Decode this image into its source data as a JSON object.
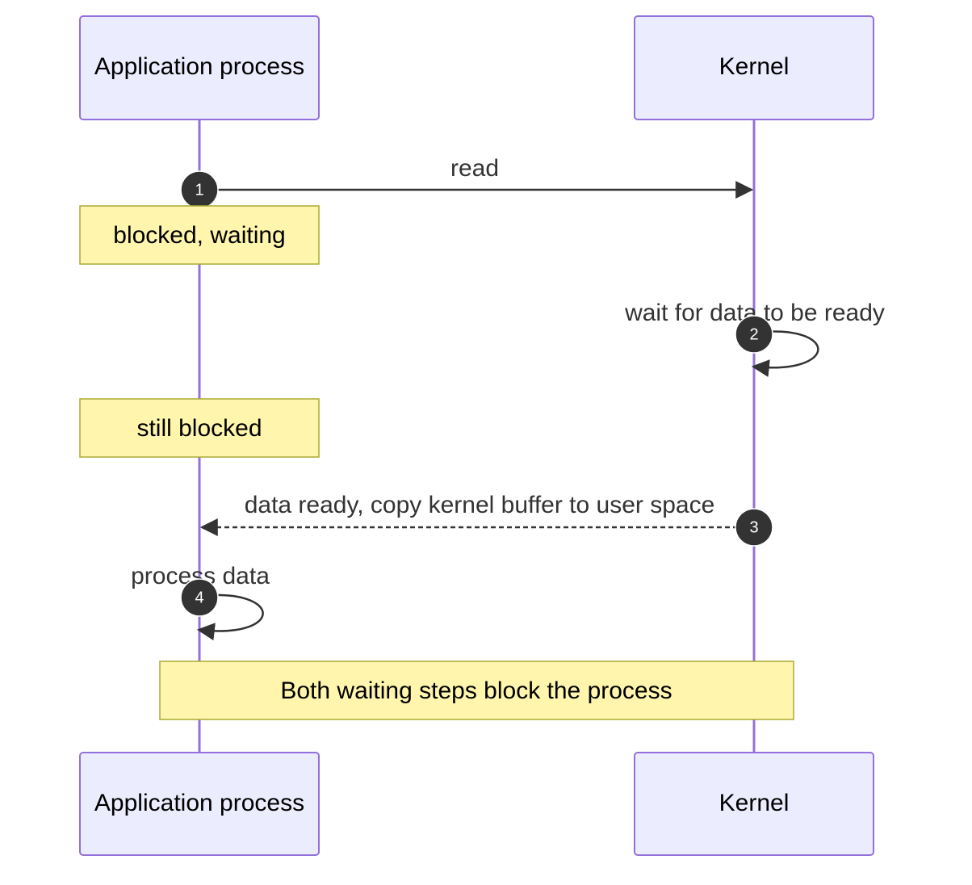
{
  "participants": {
    "app": {
      "label": "Application process"
    },
    "kernel": {
      "label": "Kernel"
    }
  },
  "messages": [
    {
      "step": "1",
      "text": "read",
      "from": "app",
      "to": "kernel",
      "style": "solid"
    },
    {
      "step": "2",
      "text": "wait for data to be ready",
      "from": "kernel",
      "to": "kernel",
      "style": "solid"
    },
    {
      "step": "3",
      "text": "data ready, copy kernel buffer to user space",
      "from": "kernel",
      "to": "app",
      "style": "dashed"
    },
    {
      "step": "4",
      "text": "process data",
      "from": "app",
      "to": "app",
      "style": "solid"
    }
  ],
  "notes": [
    {
      "text": "blocked, waiting",
      "over": "app"
    },
    {
      "text": "still blocked",
      "over": "app"
    },
    {
      "text": "Both waiting steps block the process",
      "over": "app,kernel"
    }
  ],
  "colors": {
    "actor_fill": "#ececff",
    "actor_border": "#9370db",
    "note_fill": "#fff5ad",
    "note_border": "#aaaa33",
    "message": "#333333"
  }
}
